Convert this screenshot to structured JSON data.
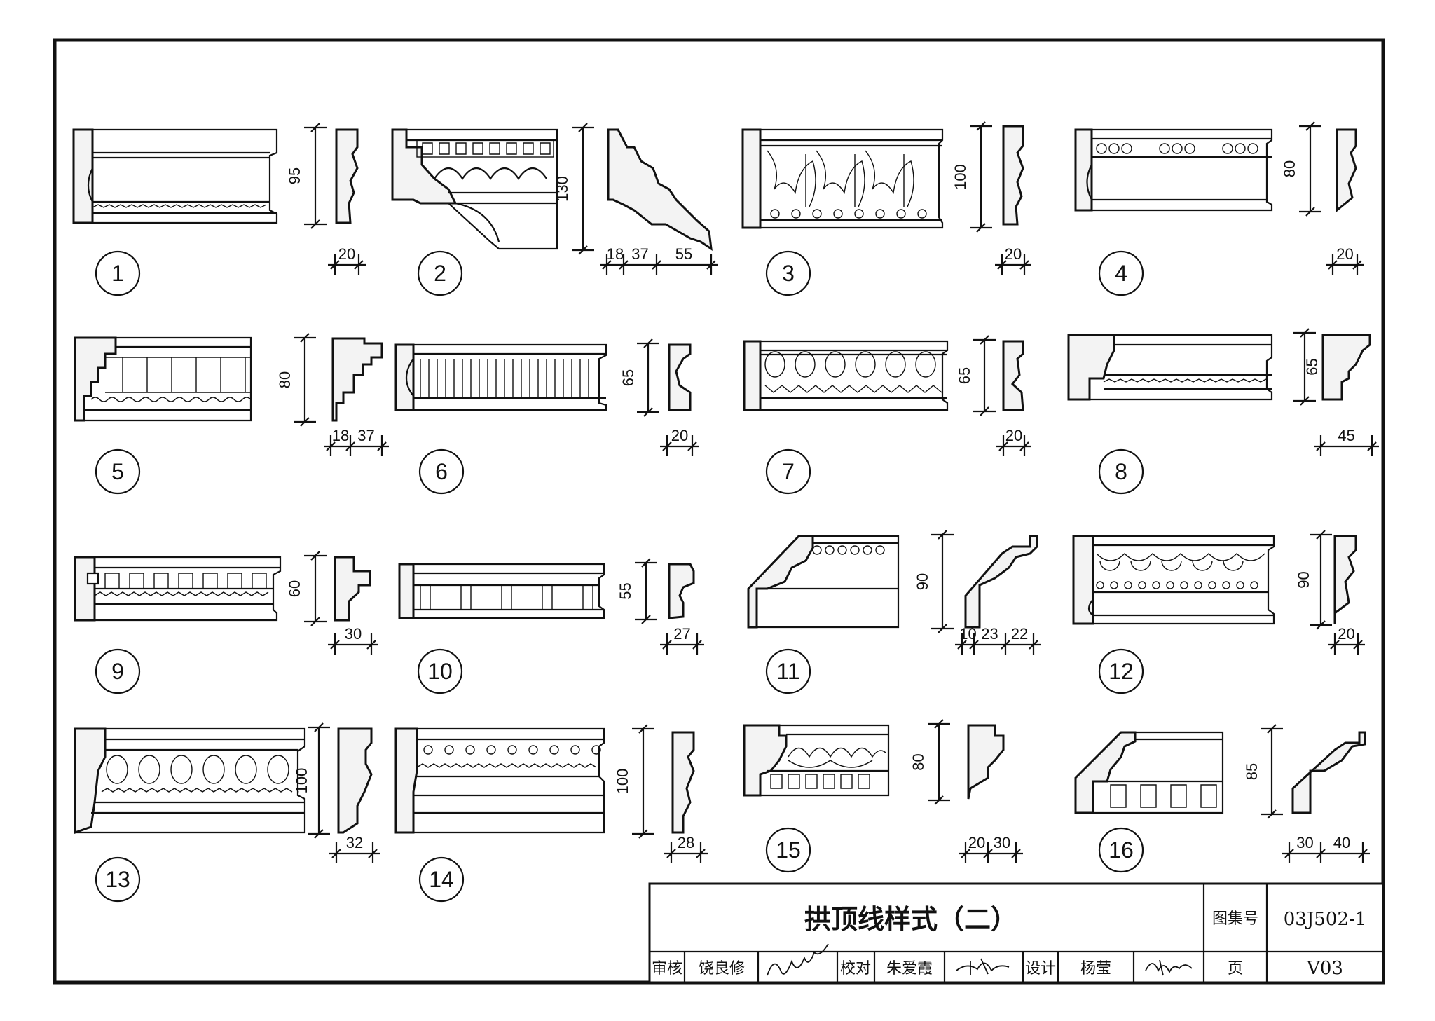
{
  "title_block": {
    "title": "拱顶线样式（二）",
    "atlas_label": "图集号",
    "atlas_code": "03J502-1",
    "page_label": "页",
    "page_code": "V03",
    "review_label": "审核",
    "reviewer": "饶良修",
    "check_label": "校对",
    "checker": "朱爱霞",
    "design_label": "设计",
    "designer": "杨莹"
  },
  "moldings": [
    {
      "no": "1",
      "height": "95",
      "widths": [
        "20"
      ]
    },
    {
      "no": "2",
      "height": "130",
      "widths": [
        "18",
        "37",
        "55"
      ]
    },
    {
      "no": "3",
      "height": "100",
      "widths": [
        "20"
      ]
    },
    {
      "no": "4",
      "height": "80",
      "widths": [
        "20"
      ]
    },
    {
      "no": "5",
      "height": "80",
      "widths": [
        "18",
        "37"
      ]
    },
    {
      "no": "6",
      "height": "65",
      "widths": [
        "20"
      ]
    },
    {
      "no": "7",
      "height": "65",
      "widths": [
        "20"
      ]
    },
    {
      "no": "8",
      "height": "65",
      "widths": [
        "45"
      ]
    },
    {
      "no": "9",
      "height": "60",
      "widths": [
        "30"
      ]
    },
    {
      "no": "10",
      "height": "55",
      "widths": [
        "27"
      ]
    },
    {
      "no": "11",
      "height": "90",
      "widths": [
        "10",
        "23",
        "22"
      ]
    },
    {
      "no": "12",
      "height": "90",
      "widths": [
        "20"
      ]
    },
    {
      "no": "13",
      "height": "100",
      "widths": [
        "32"
      ]
    },
    {
      "no": "14",
      "height": "100",
      "widths": [
        "28"
      ]
    },
    {
      "no": "15",
      "height": "80",
      "widths": [
        "20",
        "30"
      ]
    },
    {
      "no": "16",
      "height": "85",
      "widths": [
        "30",
        "40"
      ]
    }
  ]
}
